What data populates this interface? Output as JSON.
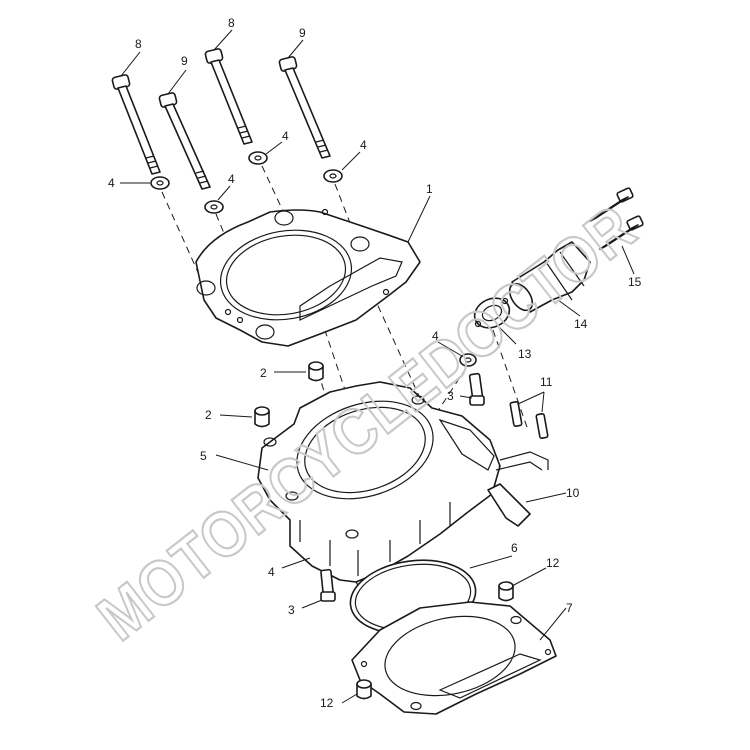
{
  "watermark": "MOTORCYCLEDOCTOR",
  "callouts": {
    "c1": "1",
    "c2a": "2",
    "c2b": "2",
    "c3a": "3",
    "c3b": "3",
    "c4a": "4",
    "c4b": "4",
    "c4c": "4",
    "c4d": "4",
    "c4e": "4",
    "c4f": "4",
    "c5": "5",
    "c6": "6",
    "c7": "7",
    "c8a": "8",
    "c8b": "8",
    "c9a": "9",
    "c9b": "9",
    "c10": "10",
    "c11": "11",
    "c12a": "12",
    "c12b": "12",
    "c13": "13",
    "c14": "14",
    "c15": "15"
  }
}
